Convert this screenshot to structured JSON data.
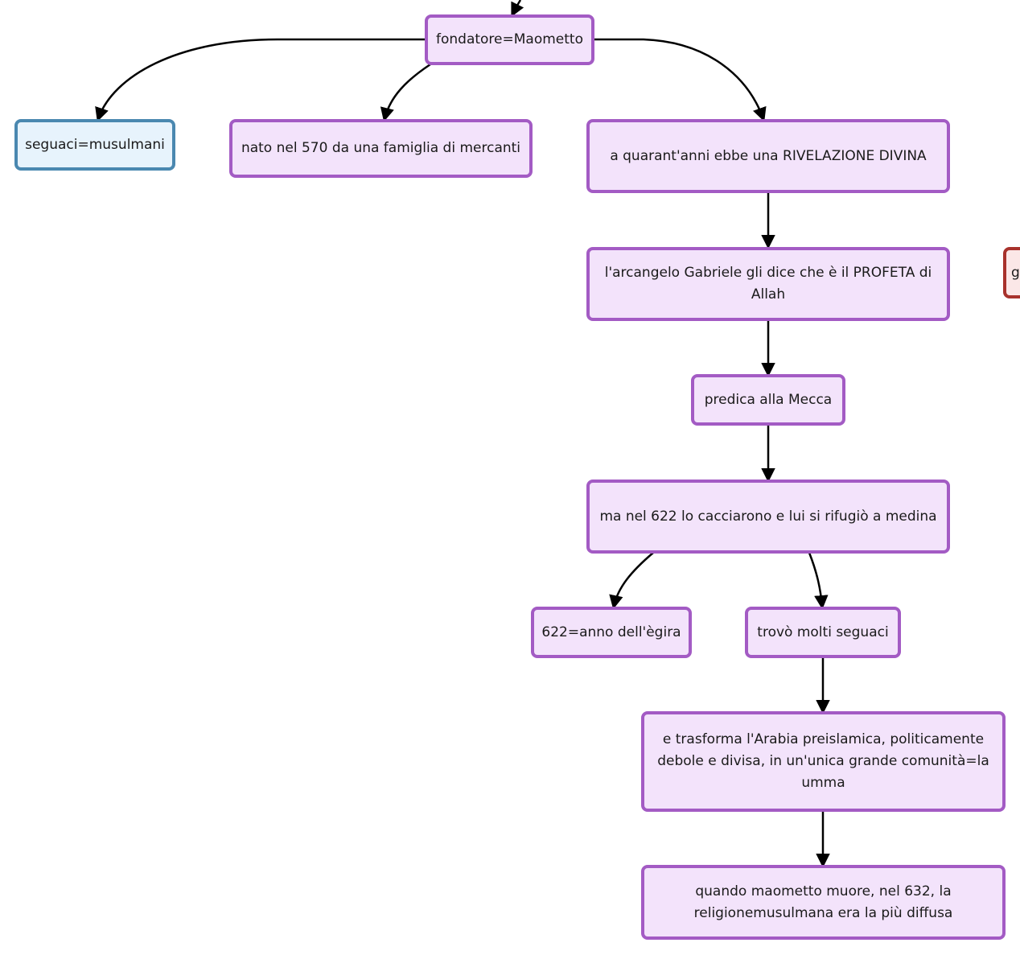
{
  "colors": {
    "node_border": "#a35bc4",
    "node_fill": "#f3e3fb",
    "blue_border": "#4a88b0",
    "blue_fill": "#e7f3fc",
    "red_border": "#a8322c",
    "red_fill": "#fbe7e7",
    "edge": "#000000"
  },
  "nodes": {
    "fondatore": "fondatore=Maometto",
    "seguaci": "seguaci=musulmani",
    "nato": "nato nel 570 da una famiglia di mercanti",
    "rivelazione": "a quarant'anni ebbe una RIVELAZIONE DIVINA",
    "arcangelo": "l'arcangelo Gabriele gli dice che è il PROFETA di Allah",
    "predica": "predica alla Mecca",
    "medina": "ma nel 622 lo cacciarono e lui si rifugiò a medina",
    "egira": "622=anno dell'ègira",
    "seguaci_molti": "trovò molti seguaci",
    "umma": "e trasforma l'Arabia preislamica, politicamente debole e divisa, in un'unica grande comunità=la umma",
    "morte": "quando maometto muore, nel 632, la religionemusulmana era la più diffusa",
    "offscreen_partial": "g"
  }
}
